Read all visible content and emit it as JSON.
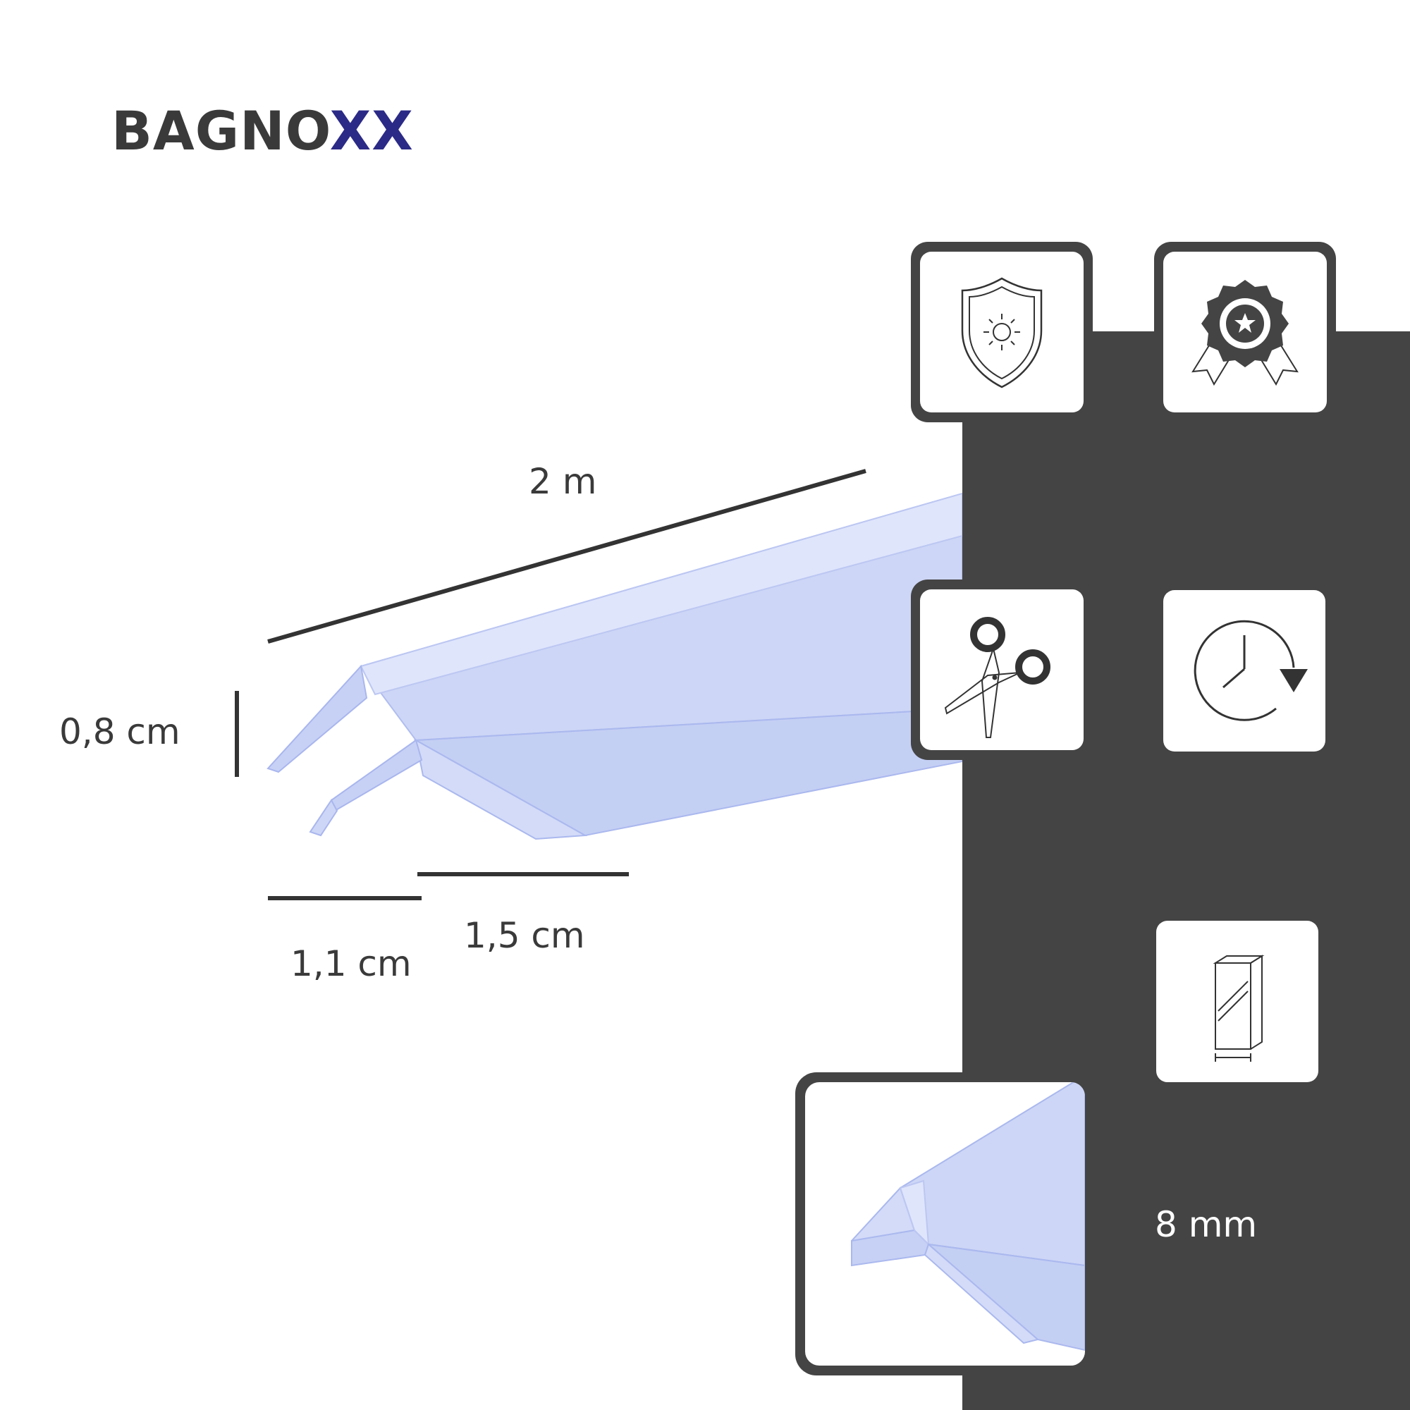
{
  "brand": {
    "name_prefix": "BAGNO",
    "name_suffix": "XX",
    "accent_color": "#2b2a86"
  },
  "colors": {
    "panel": "#444444",
    "seal": "#c9d3f4",
    "text": "#3a3a3a"
  },
  "dimensions": {
    "length": "2 m",
    "height": "0,8 cm",
    "width_inner": "1,1 cm",
    "width_outer": "1,5 cm"
  },
  "features": [
    {
      "icon": "shield-sun-icon"
    },
    {
      "icon": "quality-badge-icon"
    },
    {
      "icon": "scissors-icon"
    },
    {
      "icon": "clock-refresh-icon"
    },
    {
      "icon": "glass-thickness-icon"
    }
  ],
  "glass_thickness": "8 mm"
}
